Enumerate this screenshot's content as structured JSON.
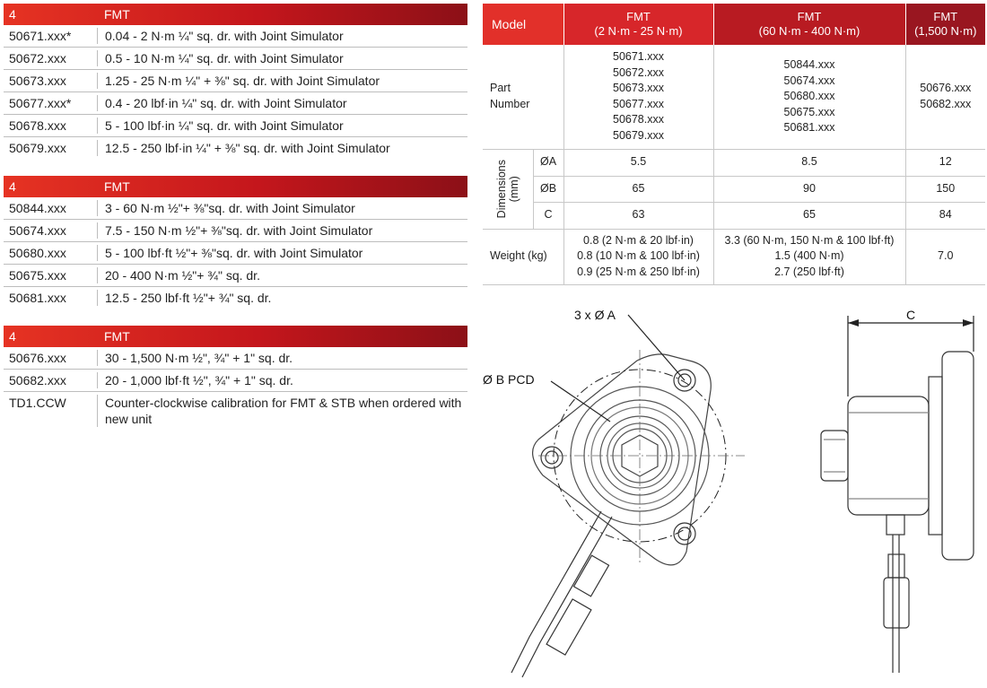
{
  "tables": [
    {
      "header": {
        "col1": "4",
        "col2": "FMT"
      },
      "rows": [
        {
          "part": "50671.xxx*",
          "desc": "0.04 - 2 N·m ¼\" sq. dr. with Joint Simulator"
        },
        {
          "part": "50672.xxx",
          "desc": "0.5 - 10 N·m ¼\" sq. dr. with Joint Simulator"
        },
        {
          "part": "50673.xxx",
          "desc": "1.25 - 25 N·m ¼\" + ⅜\" sq. dr. with Joint Simulator"
        },
        {
          "part": "50677.xxx*",
          "desc": "0.4 - 20 lbf·in ¼\" sq. dr. with Joint Simulator"
        },
        {
          "part": "50678.xxx",
          "desc": "5 - 100 lbf·in ¼\" sq. dr. with Joint Simulator"
        },
        {
          "part": "50679.xxx",
          "desc": "12.5 - 250 lbf·in ¼\" + ⅜\" sq. dr. with Joint Simulator"
        }
      ]
    },
    {
      "header": {
        "col1": "4",
        "col2": "FMT"
      },
      "rows": [
        {
          "part": "50844.xxx",
          "desc": "3 - 60 N·m ½\"+ ⅜\"sq. dr. with Joint Simulator"
        },
        {
          "part": "50674.xxx",
          "desc": "7.5 - 150 N·m ½\"+ ⅜\"sq. dr. with Joint Simulator"
        },
        {
          "part": "50680.xxx",
          "desc": "5 - 100 lbf·ft ½\"+ ⅜\"sq. dr. with Joint Simulator"
        },
        {
          "part": "50675.xxx",
          "desc": "20 - 400 N·m ½\"+ ¾\" sq. dr."
        },
        {
          "part": "50681.xxx",
          "desc": "12.5 - 250 lbf·ft ½\"+ ¾\" sq. dr."
        }
      ]
    },
    {
      "header": {
        "col1": "4",
        "col2": "FMT"
      },
      "rows": [
        {
          "part": "50676.xxx",
          "desc": "30 - 1,500 N·m ½\", ¾\" + 1\" sq. dr."
        },
        {
          "part": "50682.xxx",
          "desc": "20 - 1,000 lbf·ft ½\", ¾\" + 1\" sq. dr."
        },
        {
          "part": "TD1.CCW",
          "desc": "Counter-clockwise calibration for FMT & STB when ordered with new unit"
        }
      ]
    }
  ],
  "spec": {
    "header": {
      "model": "Model",
      "g1_line1": "FMT",
      "g1_line2": "(2 N·m - 25 N·m)",
      "g2_line1": "FMT",
      "g2_line2": "(60 N·m - 400 N·m)",
      "g3_line1": "FMT",
      "g3_line2": "(1,500 N·m)"
    },
    "part_number": {
      "label_line1": "Part",
      "label_line2": "Number",
      "g1": [
        "50671.xxx",
        "50672.xxx",
        "50673.xxx",
        "50677.xxx",
        "50678.xxx",
        "50679.xxx"
      ],
      "g2": [
        "50844.xxx",
        "50674.xxx",
        "50680.xxx",
        "50675.xxx",
        "50681.xxx"
      ],
      "g3": [
        "50676.xxx",
        "50682.xxx"
      ]
    },
    "dimensions": {
      "label_line1": "Dimensions",
      "label_line2": "(mm)",
      "rows": [
        {
          "name": "ØA",
          "g1": "5.5",
          "g2": "8.5",
          "g3": "12"
        },
        {
          "name": "ØB",
          "g1": "65",
          "g2": "90",
          "g3": "150"
        },
        {
          "name": "C",
          "g1": "63",
          "g2": "65",
          "g3": "84"
        }
      ]
    },
    "weight": {
      "label": "Weight (kg)",
      "g1": [
        "0.8 (2 N·m & 20 lbf·in)",
        "0.8 (10 N·m & 100 lbf·in)",
        "0.9 (25 N·m & 250 lbf·in)"
      ],
      "g2": [
        "3.3 (60 N·m, 150 N·m & 100 lbf·ft)",
        "1.5 (400 N·m)",
        "2.7 (250 lbf·ft)"
      ],
      "g3": "7.0"
    }
  },
  "drawing": {
    "label_holes": "3 x Ø  A",
    "label_pcd": "Ø  B PCD",
    "label_c": "C"
  }
}
